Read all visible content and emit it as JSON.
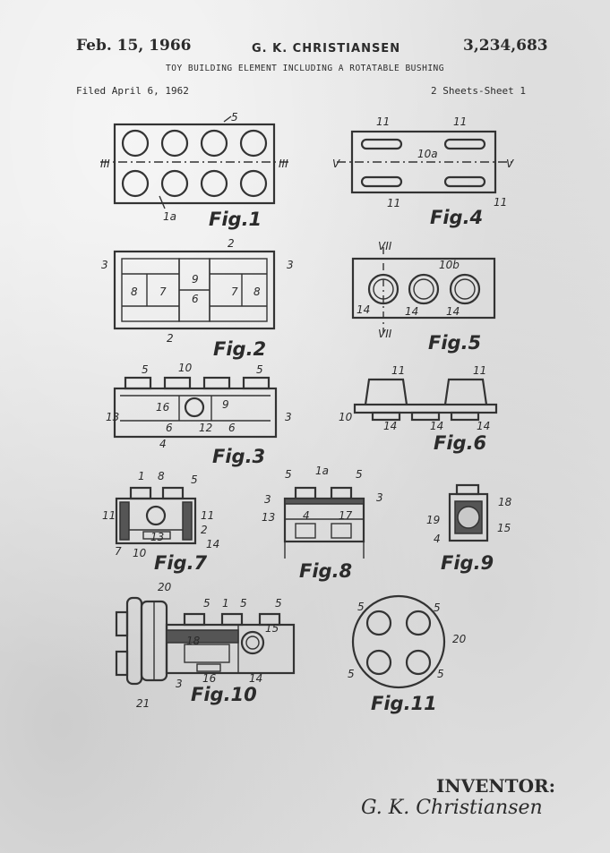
{
  "header": {
    "date": "Feb. 15, 1966",
    "inventor": "G. K. CHRISTIANSEN",
    "patent_number": "3,234,683",
    "title": "TOY BUILDING ELEMENT INCLUDING A ROTATABLE BUSHING",
    "filed": "Filed April 6, 1962",
    "sheet": "2 Sheets-Sheet 1"
  },
  "figures": {
    "fig1": "Fig.1",
    "fig2": "Fig.2",
    "fig3": "Fig.3",
    "fig4": "Fig.4",
    "fig5": "Fig.5",
    "fig6": "Fig.6",
    "fig7": "Fig.7",
    "fig8": "Fig.8",
    "fig9": "Fig.9",
    "fig10": "Fig.10",
    "fig11": "Fig.11"
  },
  "refs": {
    "r1": "1",
    "r1a": "1a",
    "r2": "2",
    "r3": "3",
    "r4": "4",
    "r5": "5",
    "r6": "6",
    "r7": "7",
    "r8": "8",
    "r9": "9",
    "r10": "10",
    "r10a": "10a",
    "r10b": "10b",
    "r11": "11",
    "r12": "12",
    "r13": "13",
    "r14": "14",
    "r15": "15",
    "r16": "16",
    "r17": "17",
    "r18": "18",
    "r19": "19",
    "r20": "20",
    "r21": "21",
    "III": "III",
    "V": "V",
    "VII": "VII"
  },
  "footer": {
    "label": "INVENTOR:",
    "name": "G. K. Christiansen"
  }
}
